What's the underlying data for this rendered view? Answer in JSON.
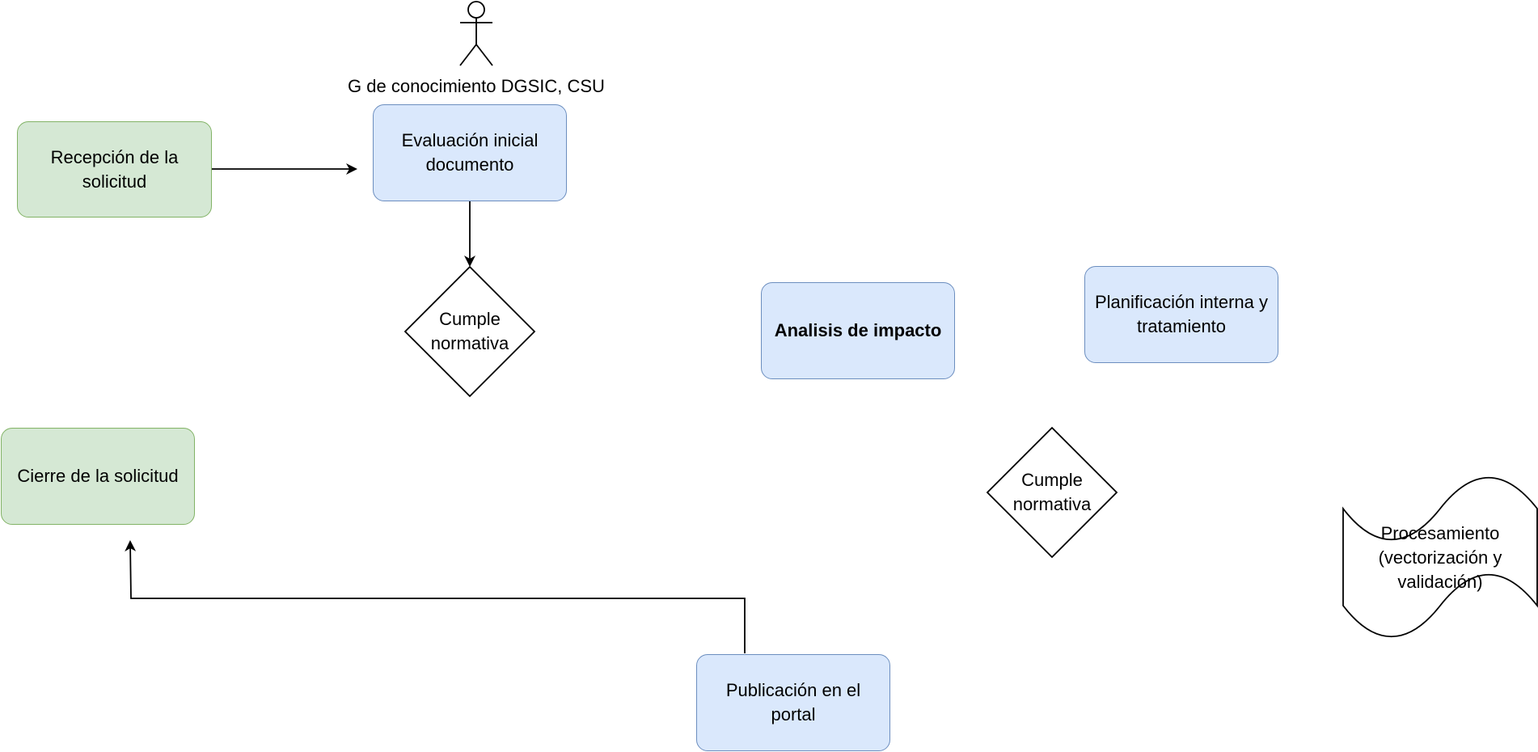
{
  "diagram": {
    "actor": {
      "label": "G de conocimiento DGSIC, CSU"
    },
    "nodes": {
      "recepcion": "Recepción de la solicitud",
      "evaluacion": "Evaluación inicial documento",
      "cumple1": "Cumple normativa",
      "analisis": "Analisis de impacto",
      "planificacion": "Planificación interna y tratamiento",
      "cierre": "Cierre de la solicitud",
      "cumple2": "Cumple normativa",
      "procesamiento": "Procesamiento (vectorización y validación)",
      "publicacion": "Publicación en el portal"
    },
    "colors": {
      "green_fill": "#d5e8d4",
      "green_stroke": "#82b366",
      "blue_fill": "#dae8fc",
      "blue_stroke": "#6c8ebf",
      "line": "#000000"
    }
  }
}
